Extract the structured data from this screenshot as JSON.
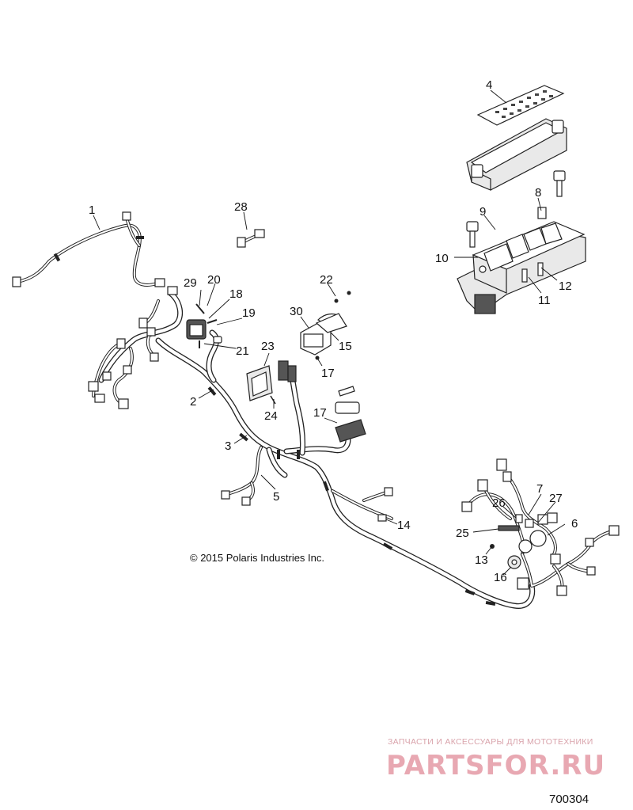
{
  "diagram": {
    "copyright": "© 2015 Polaris Industries Inc.",
    "figure_number": "700304",
    "watermark": {
      "tagline": "ЗАПЧАСТИ И АКСЕССУАРЫ ДЛЯ МОТОТЕХНИКИ",
      "brand": "PARTSFOR.RU"
    },
    "callouts": [
      "1",
      "2",
      "3",
      "4",
      "5",
      "6",
      "7",
      "8",
      "9",
      "10",
      "11",
      "12",
      "13",
      "14",
      "15",
      "16",
      "17",
      "17",
      "18",
      "19",
      "20",
      "21",
      "22",
      "23",
      "24",
      "25",
      "26",
      "27",
      "28",
      "29",
      "30"
    ]
  }
}
